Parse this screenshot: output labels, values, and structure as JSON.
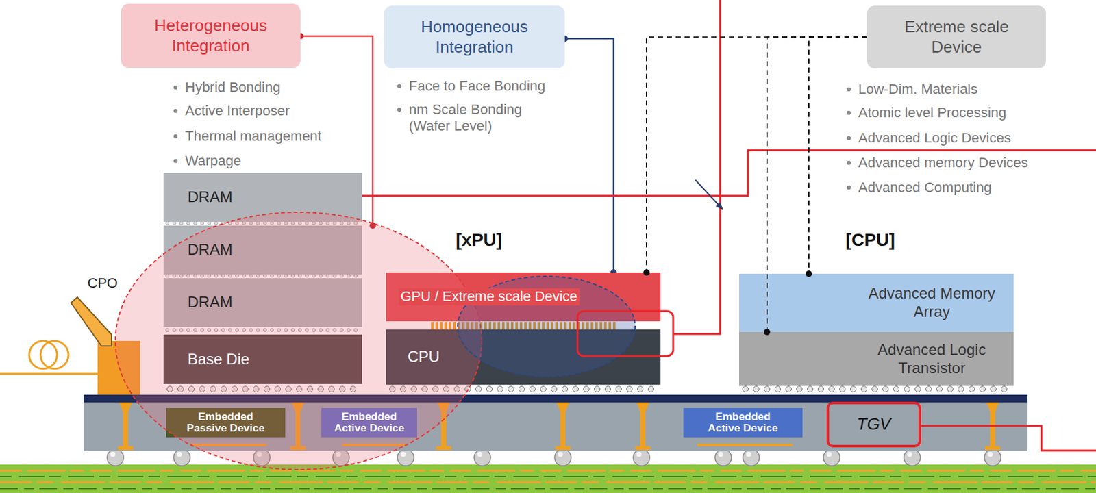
{
  "diagram": {
    "nodes": [
      {
        "text": [
          "Heterogeneous Integration"
        ]
      },
      {
        "text": [
          "Homogeneous Integration"
        ]
      },
      {
        "text": [
          "Extreme scale Device"
        ]
      },
      {
        "text": [
          "DRAM"
        ]
      },
      {
        "text": [
          "DRAM"
        ]
      },
      {
        "text": [
          "DRAM"
        ]
      },
      {
        "text": [
          "Base Die"
        ]
      },
      {
        "text": [
          "GPU / Extreme scale Device"
        ]
      },
      {
        "text": [
          "CPU"
        ]
      },
      {
        "text": [
          "Advanced Memory Array"
        ]
      },
      {
        "text": [
          "Advanced Logic Transistor"
        ]
      },
      {
        "text": [
          "Embedded Passive Device"
        ]
      },
      {
        "text": [
          "Embedded Active Device"
        ]
      },
      {
        "text": [
          "Embedded Active Device"
        ]
      },
      {
        "text": [
          "TGV"
        ]
      }
    ],
    "edges": [
      {
        "from": 2,
        "to": 7,
        "arrow": "none"
      },
      {
        "from": 2,
        "to": 9,
        "arrow": "none"
      },
      {
        "from": 2,
        "to": 10,
        "arrow": "none"
      }
    ],
    "labels": [
      "Hybrid Bonding",
      "Active Interposer",
      "Thermal management",
      "Warpage",
      "Face to Face Bonding",
      "nm Scale Bonding (Wafer Level)",
      "Low-Dim. Materials",
      "Atomic level Processing",
      "Advanced Logic Devices",
      "Advanced memory Devices",
      "Advanced Computing",
      "[xPU]",
      "[CPU]",
      "CPO"
    ]
  }
}
